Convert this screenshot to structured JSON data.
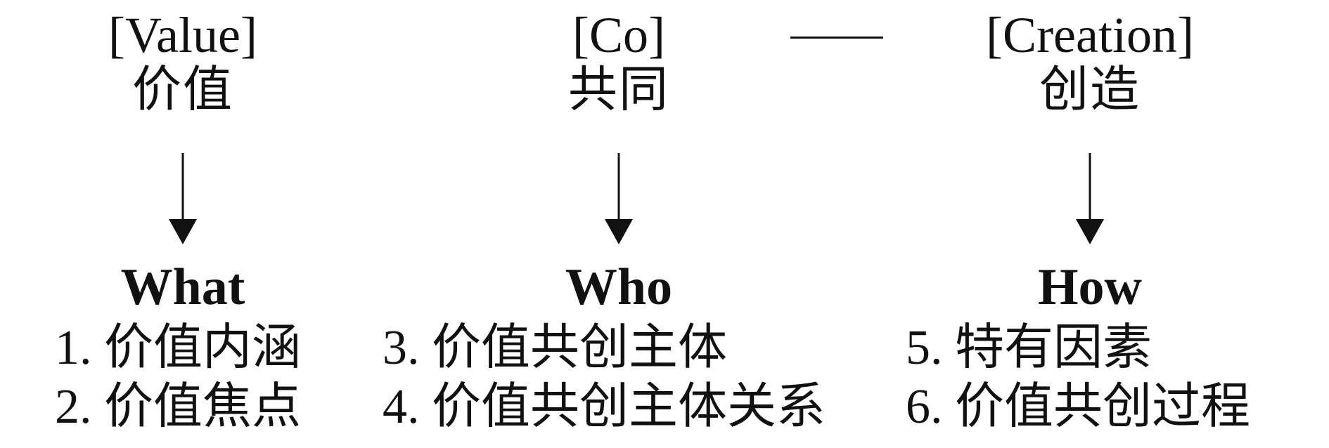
{
  "columns": [
    {
      "en": "[Value]",
      "zh": "价值",
      "question": "What",
      "items": [
        "1. 价值内涵",
        "2. 价值焦点"
      ]
    },
    {
      "en": "[Co]",
      "zh": "共同",
      "question": "Who",
      "items": [
        "3. 价值共创主体",
        "4. 价值共创主体关系"
      ]
    },
    {
      "en": "[Creation]",
      "zh": "创造",
      "question": "How",
      "items": [
        "5. 特有因素",
        "6. 价值共创过程"
      ]
    }
  ],
  "colors": {
    "ink": "#111111",
    "background": "#ffffff"
  }
}
